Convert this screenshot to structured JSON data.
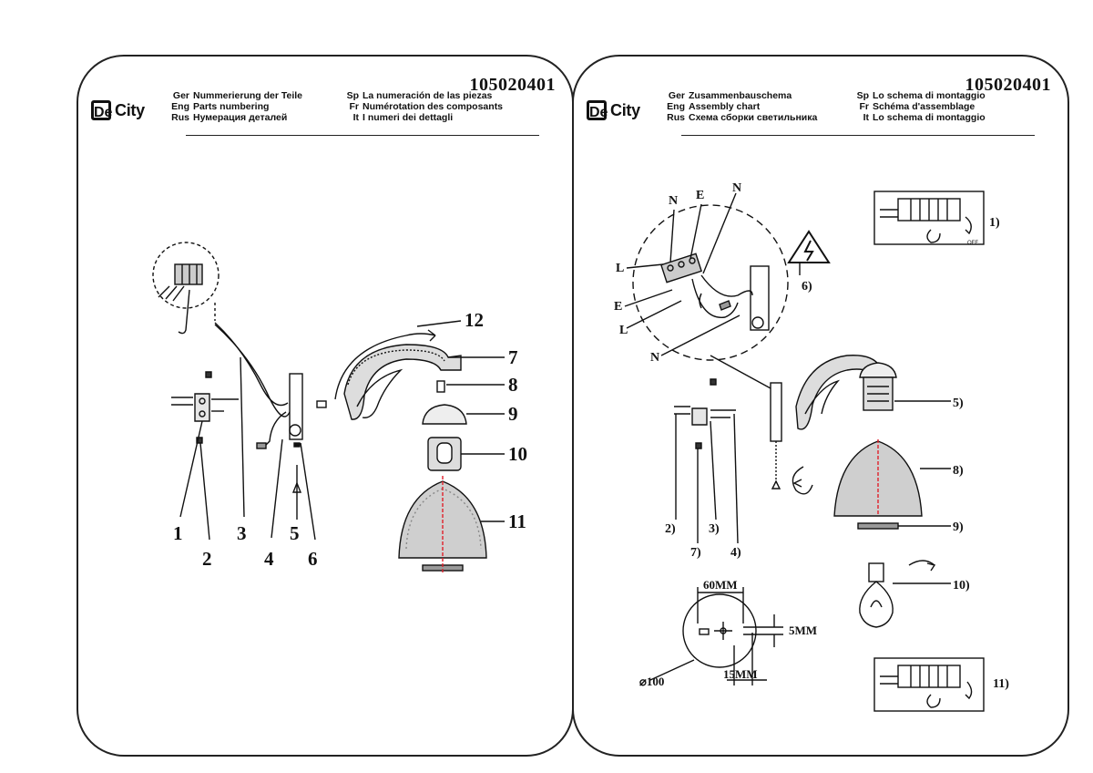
{
  "product_number": "105020401",
  "logo": {
    "mark": "De",
    "text": "City"
  },
  "left_sheet": {
    "headings": [
      {
        "lang": "Ger",
        "text": "Nummerierung der Teile"
      },
      {
        "lang": "Eng",
        "text": "Parts numbering"
      },
      {
        "lang": "Rus",
        "text": "Нумерация деталей"
      },
      {
        "lang": "Sp",
        "text": "La numeración de las piezas"
      },
      {
        "lang": "Fr",
        "text": "Numérotation des composants"
      },
      {
        "lang": "It",
        "text": "I numeri dei dettagli"
      }
    ],
    "part_labels": [
      "1",
      "2",
      "3",
      "4",
      "5",
      "6",
      "7",
      "8",
      "9",
      "10",
      "11",
      "12"
    ]
  },
  "right_sheet": {
    "headings": [
      {
        "lang": "Ger",
        "text": "Zusammenbauschema"
      },
      {
        "lang": "Eng",
        "text": "Assembly chart"
      },
      {
        "lang": "Rus",
        "text": "Схема сборки светильника"
      },
      {
        "lang": "Sp",
        "text": "Lo schema di montaggio"
      },
      {
        "lang": "Fr",
        "text": "Schéma d'assemblage"
      },
      {
        "lang": "It",
        "text": "Lo schema di montaggio"
      }
    ],
    "wire_labels": [
      "N",
      "E",
      "N",
      "L",
      "E",
      "L",
      "N"
    ],
    "step_labels": [
      "1)",
      "2)",
      "3)",
      "4)",
      "5)",
      "6)",
      "7)",
      "8)",
      "9)",
      "10)",
      "11)"
    ],
    "switch_label": "OFF",
    "dimensions": {
      "width": "60MM",
      "height": "5MM",
      "offset": "15MM",
      "diameter": "⌀100"
    }
  },
  "colors": {
    "ink": "#111111",
    "axis": "#e0202a"
  }
}
